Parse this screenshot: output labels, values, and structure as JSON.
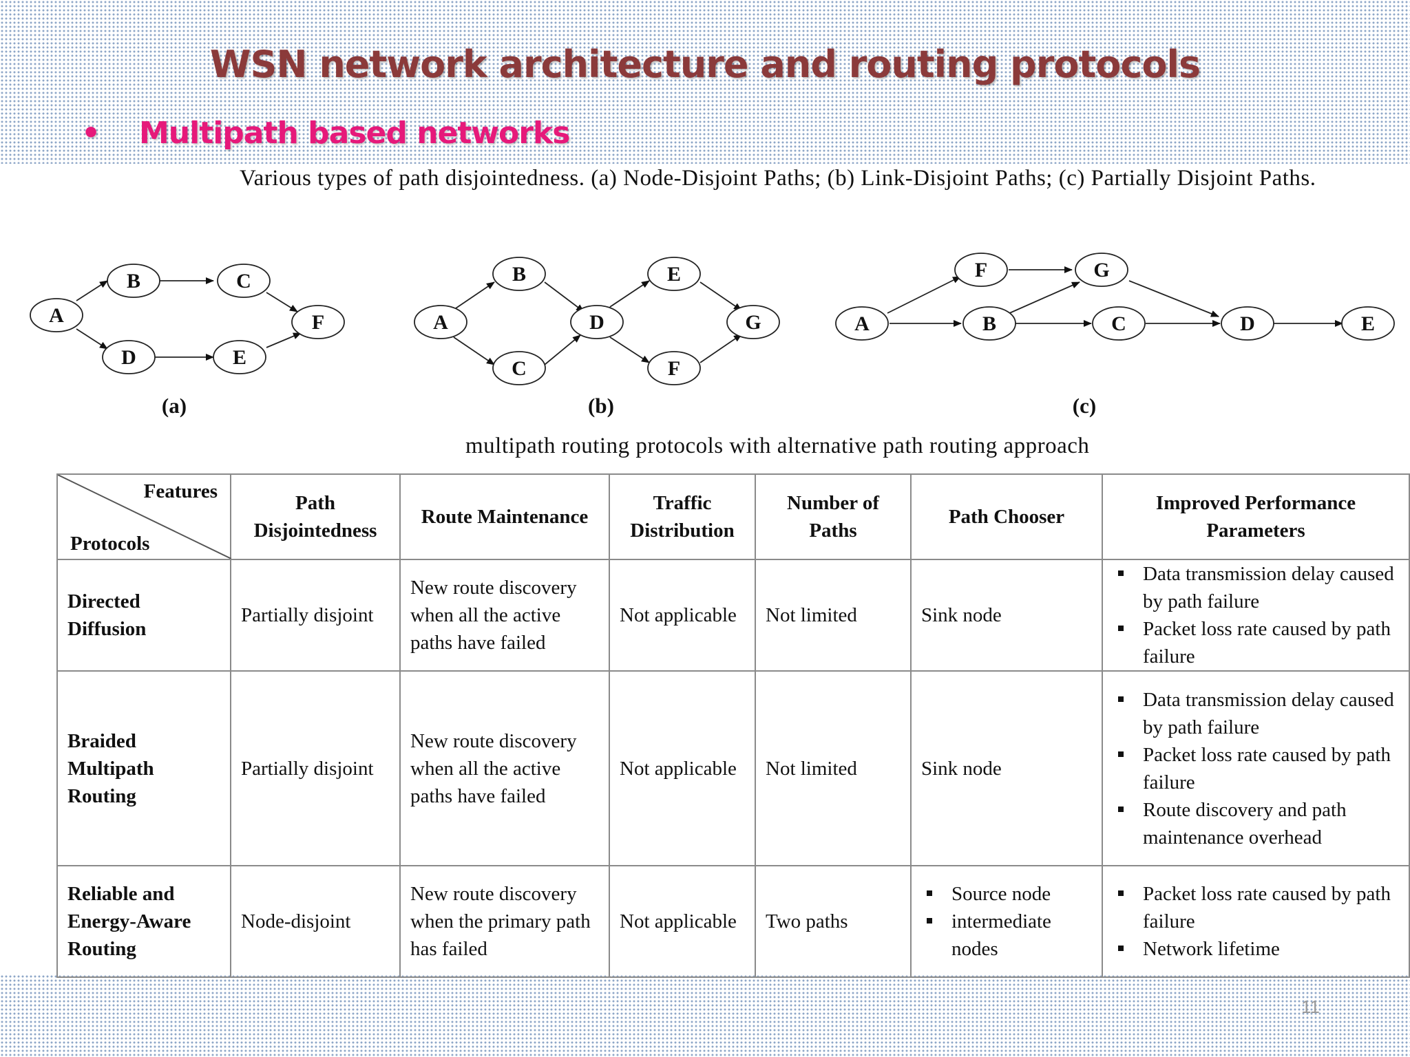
{
  "slide": {
    "title": "WSN network architecture and routing protocols",
    "bullet_symbol": "•",
    "bullet": "Multipath based networks",
    "figure_caption": "Various types of path disjointedness. (a) Node-Disjoint Paths; (b) Link-Disjoint Paths; (c) Partially Disjoint Paths.",
    "graphs": [
      {
        "label": "(a)",
        "nodes": [
          "A",
          "B",
          "C",
          "D",
          "E",
          "F"
        ]
      },
      {
        "label": "(b)",
        "nodes": [
          "A",
          "B",
          "C",
          "D",
          "E",
          "F",
          "G"
        ]
      },
      {
        "label": "(c)",
        "nodes": [
          "F",
          "G",
          "A",
          "B",
          "C",
          "D",
          "E"
        ]
      }
    ],
    "table_title": "multipath routing protocols with alternative path routing approach",
    "table": {
      "corner_top": "Features",
      "corner_bottom": "Protocols",
      "headers": [
        "Path Disjointedness",
        "Route Maintenance",
        "Traffic Distribution",
        "Number of Paths",
        "Path Chooser",
        "Improved Performance Parameters"
      ],
      "rows": [
        {
          "protocol": "Directed Diffusion",
          "disjointedness": "Partially disjoint",
          "maintenance": "New route discovery when all the active paths have failed",
          "traffic": "Not applicable",
          "paths": "Not limited",
          "chooser": "Sink node",
          "params": [
            "Data transmission delay caused by path failure",
            "Packet loss rate caused by path failure"
          ]
        },
        {
          "protocol": "Braided Multipath Routing",
          "disjointedness": "Partially disjoint",
          "maintenance": "New route discovery when all the active paths have failed",
          "traffic": "Not applicable",
          "paths": "Not limited",
          "chooser": "Sink node",
          "params": [
            "Data transmission delay caused by path failure",
            "Packet loss rate caused by path failure",
            "Route discovery and path maintenance overhead"
          ]
        },
        {
          "protocol": "Reliable and Energy-Aware Routing",
          "disjointedness": "Node-disjoint",
          "maintenance": "New route discovery when the primary path has failed",
          "traffic": "Not applicable",
          "paths": "Two paths",
          "chooser_list": [
            "Source node",
            "intermediate nodes"
          ],
          "params": [
            "Packet loss rate caused by path failure",
            "Network lifetime"
          ]
        }
      ]
    },
    "page_number": "11"
  }
}
